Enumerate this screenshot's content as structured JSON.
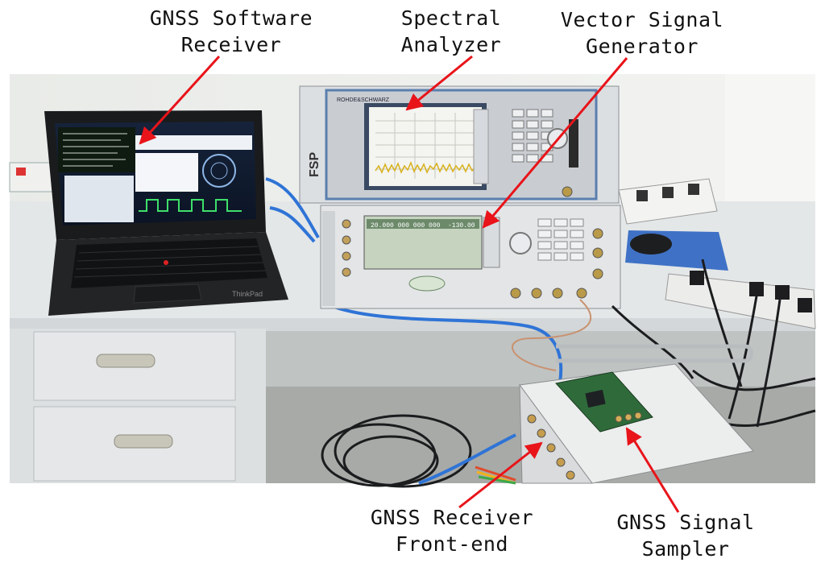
{
  "labels": {
    "software_receiver": [
      "GNSS Software",
      "Receiver"
    ],
    "spectral_analyzer": [
      "Spectral",
      "Analyzer"
    ],
    "vector_generator": [
      "Vector Signal",
      "Generator"
    ],
    "receiver_frontend": [
      "GNSS Receiver",
      "Front-end"
    ],
    "signal_sampler": [
      "GNSS Signal",
      "Sampler"
    ]
  },
  "devices": {
    "analyzer_brand": "ROHDE&SCHWARZ",
    "analyzer_model": "FSP",
    "generator_frequency": "20.000 000 000 000",
    "generator_level": "-130.00",
    "laptop_brand": "ThinkPad"
  },
  "colors": {
    "arrow": "#e8141a",
    "desk": "#e4e7e8",
    "wall": "#eef0ee",
    "instrument": "#dcdfe2",
    "cable_blue": "#2f74d6",
    "pcb": "#2f6b3a"
  }
}
